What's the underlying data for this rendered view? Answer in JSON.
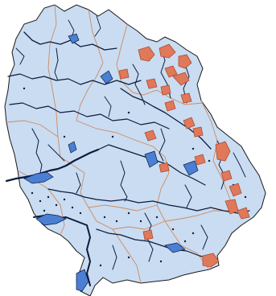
{
  "map": {
    "colors": {
      "background": "#ffffff",
      "land_fill": "#c9dcf2",
      "land_outline": "#1a1a1a",
      "district_border": "#d08a5e",
      "river": "#0d1b3d",
      "lake": "#4a7fd4",
      "highlight_fill": "#e0785a",
      "highlight_outline": "#b24a30"
    },
    "layers": [
      "region-outline",
      "district-borders",
      "rivers",
      "lakes",
      "highlighted-areas"
    ]
  }
}
